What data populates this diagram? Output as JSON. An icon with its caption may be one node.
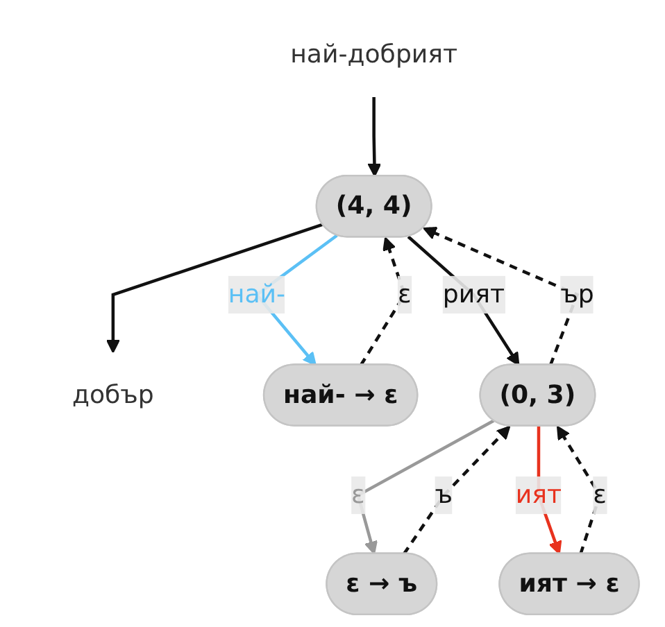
{
  "diagram": {
    "nodes": [
      {
        "text": [
          "най-добрият"
        ]
      },
      {
        "text": [
          "добър"
        ]
      },
      {
        "text": [
          "(4, 4)"
        ]
      },
      {
        "text": [
          "най- → ε"
        ]
      },
      {
        "text": [
          "(0, 3)"
        ]
      },
      {
        "text": [
          "ε → ъ"
        ]
      },
      {
        "text": [
          "ият → ε"
        ]
      }
    ],
    "edges": [
      {
        "from": 0,
        "to": 2,
        "arrow": "to"
      },
      {
        "from": 2,
        "to": 1,
        "arrow": "to"
      },
      {
        "from": 2,
        "to": 3,
        "arrow": "to",
        "label": "най-",
        "color": "#5bc0f5"
      },
      {
        "from": 3,
        "to": 2,
        "arrow": "to",
        "label": "ε",
        "style": "dashed"
      },
      {
        "from": 4,
        "to": 2,
        "arrow": "to",
        "label": "ър",
        "style": "dashed"
      },
      {
        "from": 2,
        "to": 4,
        "arrow": "to",
        "label": "рият"
      },
      {
        "from": 4,
        "to": 5,
        "arrow": "to",
        "label": "ε",
        "color": "#999999"
      },
      {
        "from": 5,
        "to": 4,
        "arrow": "to",
        "label": "ъ",
        "style": "dashed"
      },
      {
        "from": 6,
        "to": 4,
        "arrow": "to",
        "label": "ε",
        "style": "dashed"
      },
      {
        "from": 4,
        "to": 6,
        "arrow": "to",
        "label": "ият",
        "color": "#e8321e"
      }
    ]
  }
}
